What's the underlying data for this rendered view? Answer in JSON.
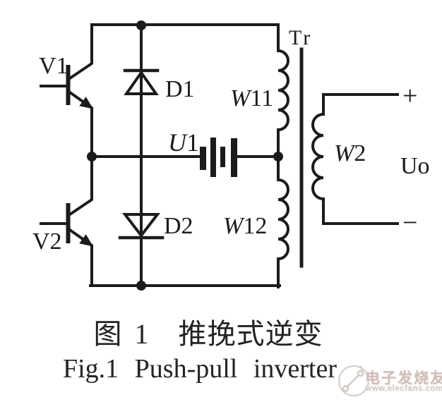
{
  "diagram": {
    "component_labels": {
      "v1": "V1",
      "v2": "V2",
      "d1": "D1",
      "d2": "D2",
      "u1": {
        "symbol": "U",
        "subscript": "1"
      },
      "transformer": "Tr",
      "w11": {
        "symbol": "W",
        "subscript": "11"
      },
      "w12": {
        "symbol": "W",
        "subscript": "12"
      },
      "w2": {
        "symbol": "W",
        "subscript": "2"
      },
      "output": "Uo",
      "plus": "+",
      "minus": "−"
    }
  },
  "caption": {
    "zh": "图 1　推挽式逆变",
    "en": "Fig.1 Push-pull inverter"
  },
  "watermark": {
    "brand": "电子发烧友",
    "url": "www.elecfans.com"
  },
  "colors": {
    "ink": "#1b1b1b",
    "background": "#ffffff",
    "watermark_text": "#cfbeb6",
    "watermark_url": "#d3ccc6",
    "watermark_logo": "#d8d3cf"
  }
}
